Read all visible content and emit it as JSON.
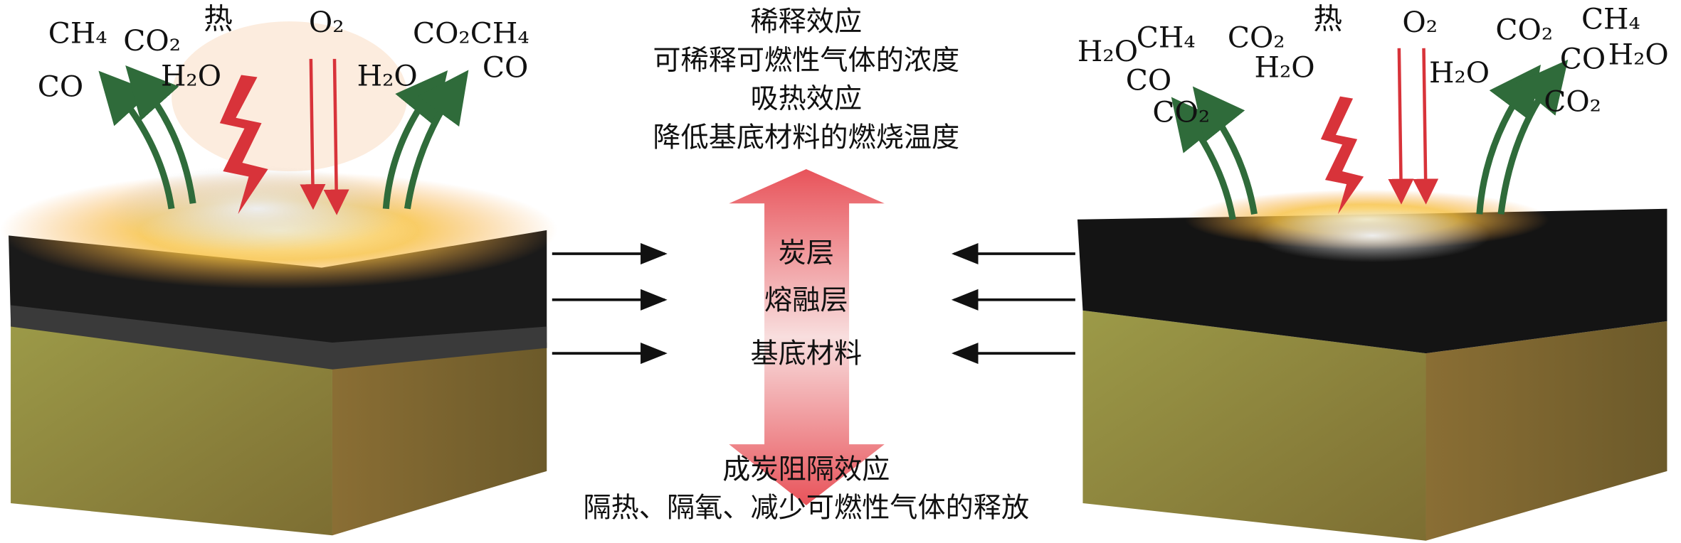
{
  "left_labels": [
    "CH₄",
    "CO₂",
    "热",
    "O₂",
    "CO₂CH₄",
    "CO",
    "H₂O",
    "H₂O",
    "CO"
  ],
  "right_labels": [
    "H₂O",
    "CH₄",
    "CO₂",
    "热",
    "O₂",
    "CO₂",
    "CH₄",
    "CO",
    "H₂O",
    "H₂O",
    "CO",
    "H₂O",
    "CO₂",
    "CO₂"
  ],
  "center": {
    "dilution_title": "稀释效应",
    "dilution_desc": "可稀释可燃性气体的浓度",
    "endothermic_title": "吸热效应",
    "endothermic_desc": "降低基底材料的燃烧温度",
    "layer_char": "炭层",
    "layer_melt": "熔融层",
    "layer_substrate": "基底材料",
    "barrier_title": "成炭阻隔效应",
    "barrier_desc": "隔热、隔氧、减少可燃性气体的释放"
  },
  "colors": {
    "arrow_red": "#e8535a",
    "green": "#2f6b3a",
    "fire": "#f2b41c",
    "char": "#111111",
    "substrate": "#8e8a3a"
  }
}
